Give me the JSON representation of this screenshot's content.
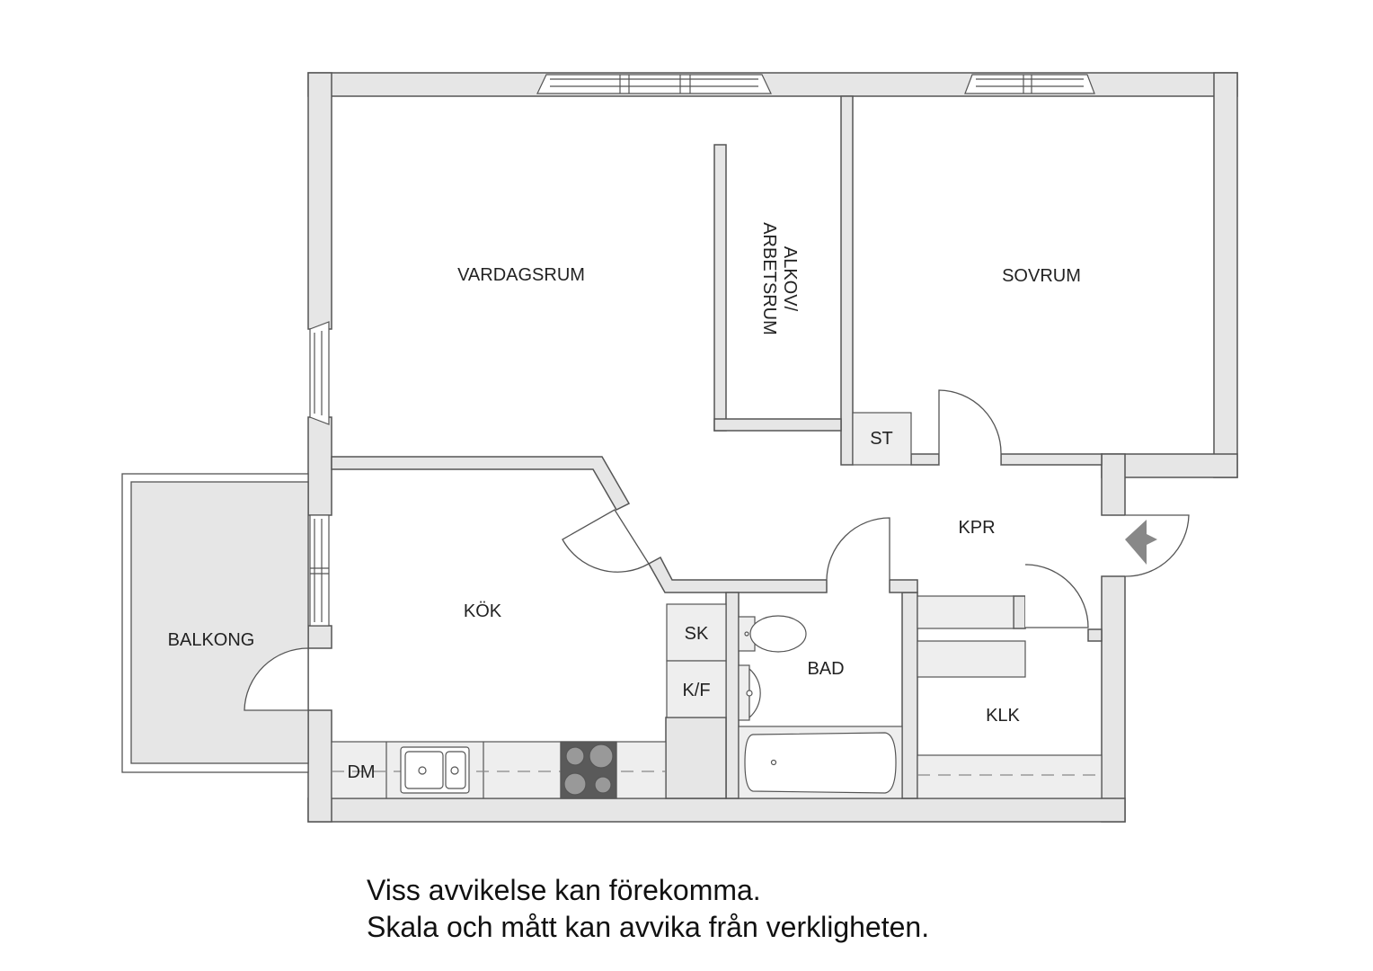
{
  "rooms": {
    "vardagsrum": "VARDAGSRUM",
    "alkov_line1": "ALKOV/",
    "alkov_line2": "ARBETSRUM",
    "sovrum": "SOVRUM",
    "st": "ST",
    "kpr": "KPR",
    "kok": "KÖK",
    "sk": "SK",
    "kf": "K/F",
    "bad": "BAD",
    "klk": "KLK",
    "balkong": "BALKONG",
    "dm": "DM"
  },
  "notes": {
    "line1": "Viss avvikelse kan förekomma.",
    "line2": "Skala och mått kan avvika från verkligheten."
  },
  "colors": {
    "wall_fill": "#e6e6e6",
    "wall_stroke": "#555555",
    "fixture_fill": "#eeeeee",
    "stove_fill": "#5a5a5a",
    "entrance_arrow": "#888888"
  },
  "icons": {
    "entrance": "entrance-arrow-icon"
  }
}
